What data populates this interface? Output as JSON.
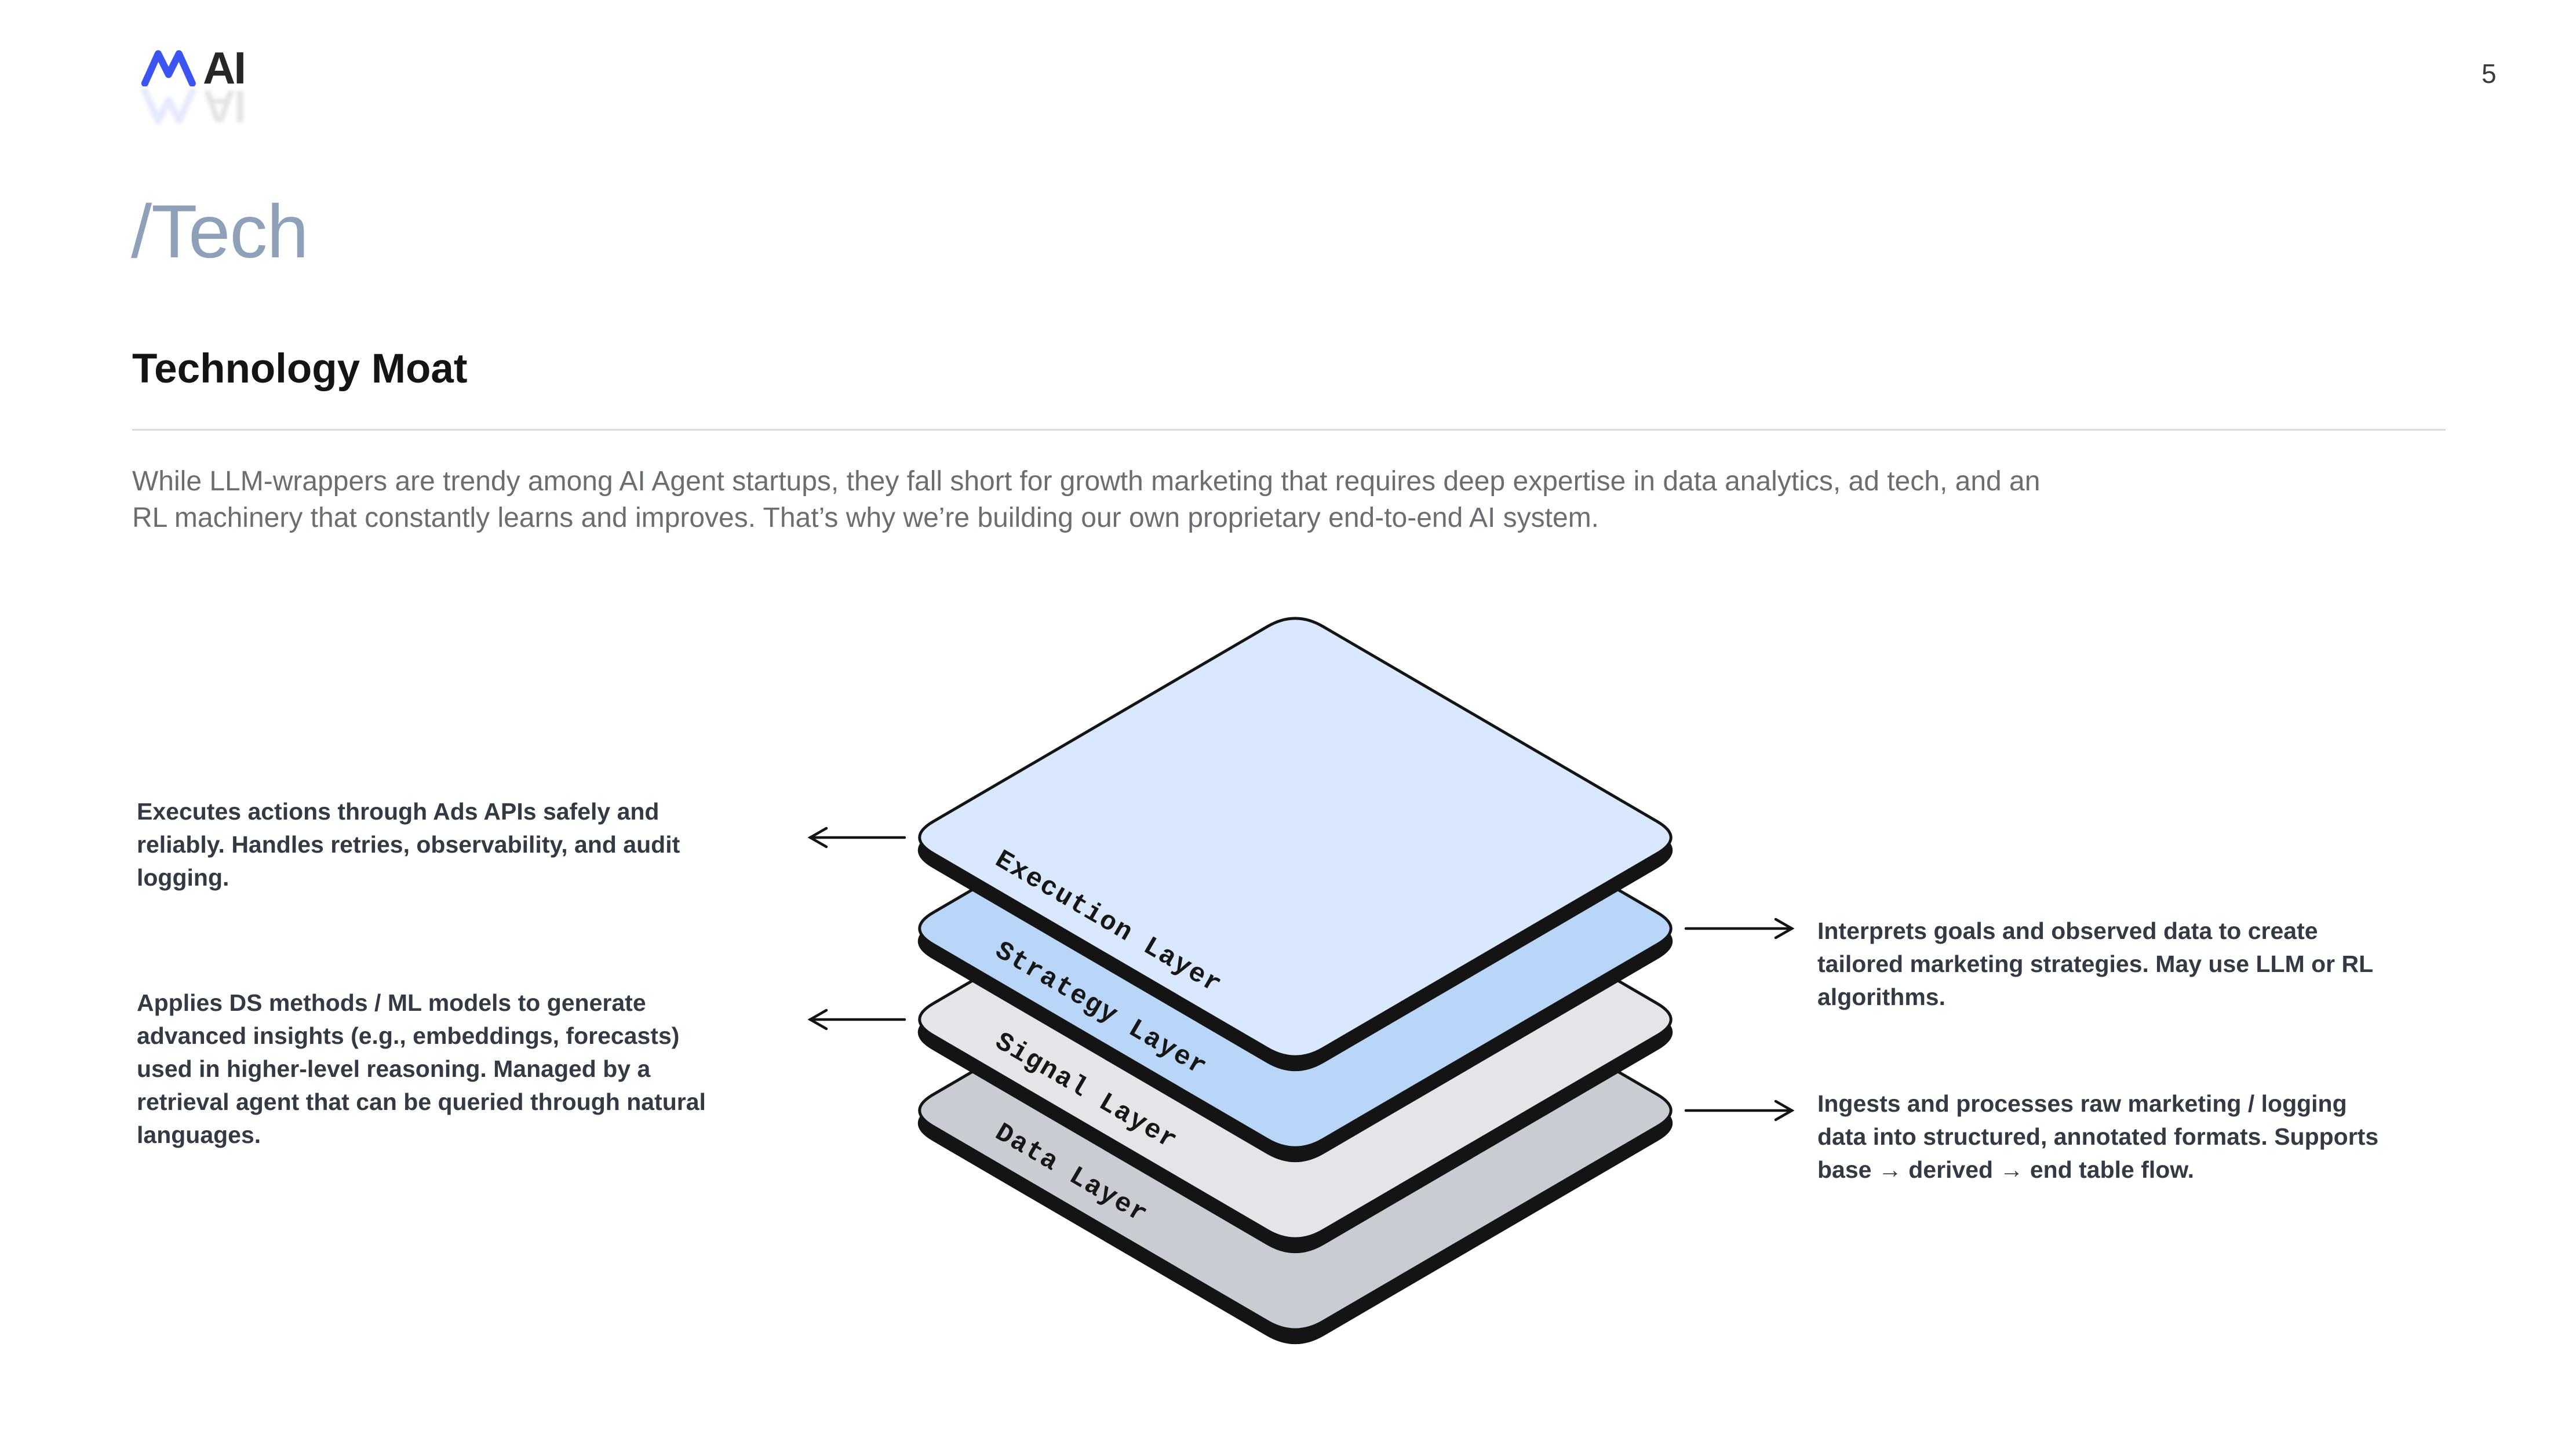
{
  "page": {
    "number": "5"
  },
  "logo": {
    "mark_icon": "mountain-m-mark",
    "text": "AI",
    "mark_color": "#3c55f2",
    "text_color": "#262626"
  },
  "header": {
    "section": "/Tech",
    "title": "Technology Moat"
  },
  "intro": {
    "lines": [
      "While LLM-wrappers are trendy among AI Agent startups, they fall short for growth marketing that requires deep expertise in data analytics, ad tech, and an",
      "RL machinery that constantly learns and improves. That’s why we’re building our own proprietary end-to-end AI system."
    ]
  },
  "diagram": {
    "type": "layer-stack",
    "stroke_color": "#141414",
    "layers": [
      {
        "name": "Execution Layer",
        "fill": "#d9e8fc"
      },
      {
        "name": "Strategy Layer",
        "fill": "#b9d5f8"
      },
      {
        "name": "Signal Layer",
        "fill": "#e4e5e8"
      },
      {
        "name": "Data Layer",
        "fill": "#c9cdd3"
      }
    ],
    "annotations": [
      {
        "side": "left",
        "attaches_to": "Execution Layer",
        "lines": [
          "Executes actions through Ads APIs safely and",
          "reliably. Handles retries, observability, and audit",
          "logging."
        ]
      },
      {
        "side": "left",
        "attaches_to": "Signal Layer",
        "lines": [
          "Applies DS methods / ML models to generate",
          "advanced insights (e.g., embeddings, forecasts)",
          "used in higher-level reasoning. Managed by a",
          "retrieval agent that can be queried through natural",
          "languages."
        ]
      },
      {
        "side": "right",
        "attaches_to": "Strategy Layer",
        "lines": [
          "Interprets goals and observed data to create",
          "tailored marketing strategies. May use LLM or RL",
          "algorithms."
        ]
      },
      {
        "side": "right",
        "attaches_to": "Data Layer",
        "lines": [
          "Ingests and processes raw marketing / logging",
          "data into structured, annotated formats. Supports",
          "base → derived → end table flow."
        ]
      }
    ]
  }
}
